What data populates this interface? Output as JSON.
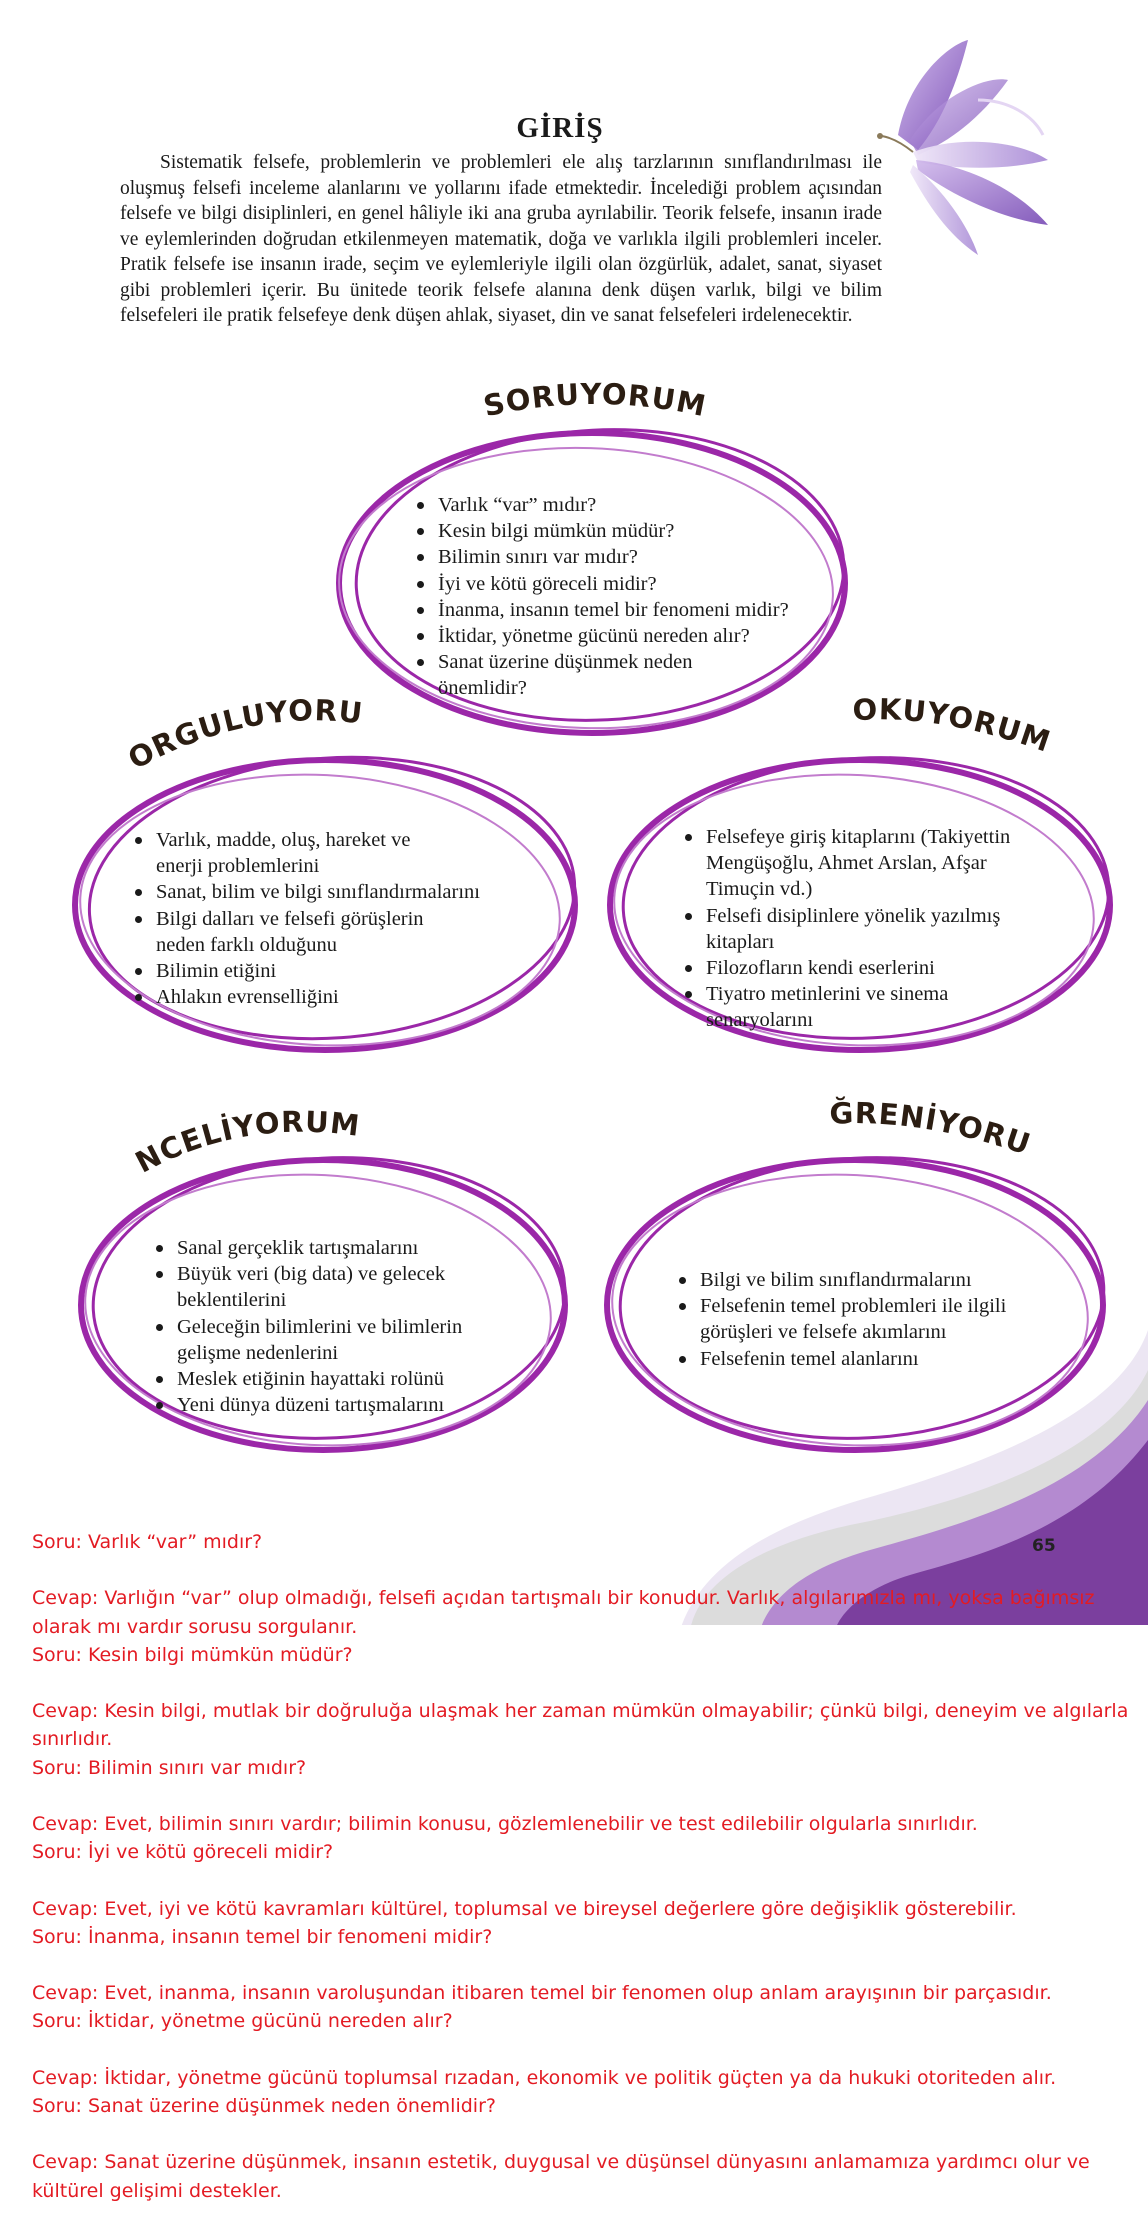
{
  "intro": {
    "title": "GİRİŞ",
    "text": "Sistematik felsefe, problemlerin ve problemleri ele alış tarzlarının sınıflandırılması ile oluşmuş felsefi inceleme alanlarını ve yollarını ifade etmektedir. İncelediği problem açısından felsefe ve bilgi disiplinleri, en genel hâliyle iki ana gruba ayrılabilir. Teorik felsefe, insanın irade ve eylemlerinden doğrudan etkilenmeyen matematik, doğa ve varlıkla ilgili problemleri inceler. Pratik felsefe ise insanın irade, seçim ve eylemleriyle ilgili olan özgürlük, adalet, sanat, siyaset gibi problemleri içerir. Bu ünitede teorik felsefe alanına denk düşen varlık, bilgi ve bilim felsefeleri ile pratik felsefeye denk düşen ahlak, siyaset, din ve sanat felsefeleri irdelenecektir."
  },
  "sections": {
    "soruyorum": {
      "title": "SORUYORUM",
      "items": [
        "Varlık “var” mıdır?",
        "Kesin bilgi mümkün müdür?",
        "Bilimin sınırı var mıdır?",
        "İyi ve kötü göreceli midir?",
        "İnanma, insanın temel bir fenomeni midir?",
        "İktidar, yönetme gücünü nereden alır?",
        "Sanat üzerine düşünmek neden önemlidir?"
      ]
    },
    "sorguluyorum": {
      "title": "SORGULUYORUM",
      "items": [
        "Varlık, madde, oluş, hareket ve enerji problemlerini",
        "Sanat, bilim ve bilgi sınıflandırmalarını",
        "Bilgi dalları ve felsefi görüşlerin neden farklı olduğunu",
        "Bilimin etiğini",
        "Ahlakın evrenselliğini"
      ]
    },
    "okuyorum": {
      "title": "OKUYORUM",
      "items": [
        "Felsefeye giriş kitaplarını (Takiyettin Mengüşoğlu, Ahmet Arslan, Afşar Timuçin vd.)",
        "Felsefi disiplinlere yönelik yazılmış kitapları",
        "Filozofların kendi eserlerini",
        "Tiyatro metinlerini ve sinema senaryolarını"
      ]
    },
    "inceliyorum": {
      "title": "İNCELİYORUM",
      "items": [
        "Sanal gerçeklik tartışmalarını",
        "Büyük veri (big data) ve gelecek beklentilerini",
        "Geleceğin bilimlerini ve bilimlerin gelişme nedenlerini",
        "Meslek etiğinin hayattaki rolünü",
        "Yeni dünya düzeni tartışmalarını"
      ]
    },
    "ogreniyorum": {
      "title": "ÖĞRENİYORUM",
      "items": [
        "Bilgi ve bilim sınıflandırmalarını",
        "Felsefenin temel problemleri ile ilgili görüşleri ve felsefe akımlarını",
        "Felsefenin temel alanlarını"
      ]
    }
  },
  "page_number": "65",
  "qa": [
    {
      "q": "Soru: Varlık “var” mıdır?",
      "a": "Cevap: Varlığın “var” olup olmadığı, felsefi açıdan tartışmalı bir konudur. Varlık, algılarımızla mı, yoksa bağımsız olarak mı vardır sorusu sorgulanır."
    },
    {
      "q": "Soru: Kesin bilgi mümkün müdür?",
      "a": "Cevap: Kesin bilgi, mutlak bir doğruluğa ulaşmak her zaman mümkün olmayabilir; çünkü bilgi, deneyim ve algılarla sınırlıdır."
    },
    {
      "q": "Soru: Bilimin sınırı var mıdır?",
      "a": "Cevap: Evet, bilimin sınırı vardır; bilimin konusu, gözlemlenebilir ve test edilebilir olgularla sınırlıdır."
    },
    {
      "q": "Soru: İyi ve kötü göreceli midir?",
      "a": "Cevap: Evet, iyi ve kötü kavramları kültürel, toplumsal ve bireysel değerlere göre değişiklik gösterebilir."
    },
    {
      "q": "Soru: İnanma, insanın temel bir fenomeni midir?",
      "a": "Cevap: Evet, inanma, insanın varoluşundan itibaren temel bir fenomen olup anlam arayışının bir parçasıdır."
    },
    {
      "q": "Soru: İktidar, yönetme gücünü nereden alır?",
      "a": "Cevap: İktidar, yönetme gücünü toplumsal rızadan, ekonomik ve politik güçten ya da hukuki otoriteden alır."
    },
    {
      "q": "Soru: Sanat üzerine düşünmek neden önemlidir?",
      "a": "Cevap: Sanat üzerine düşünmek, insanın estetik, duygusal ve düşünsel dünyasını anlamamıza yardımcı olur ve kültürel gelişimi destekler."
    }
  ],
  "colors": {
    "ring": "#9b27a8",
    "ring_light": "#c27ccd",
    "answer_text": "#e31b23",
    "wave_dark": "#7b3f9e",
    "wave_mid": "#b48ad0",
    "wave_light": "#dcdcdc"
  }
}
